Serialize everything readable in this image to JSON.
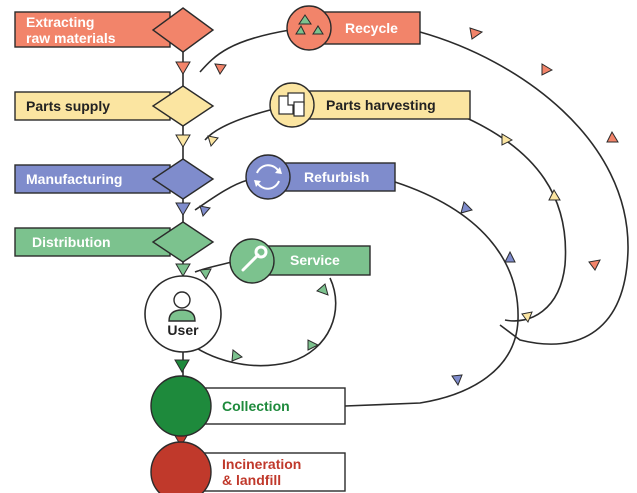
{
  "stages": {
    "extracting": {
      "line1": "Extracting",
      "line2": "raw materials",
      "color": "#f2846a"
    },
    "parts_supply": {
      "label": "Parts supply",
      "color": "#fbe5a1"
    },
    "manufacturing": {
      "label": "Manufacturing",
      "color": "#7f8ccc"
    },
    "distribution": {
      "label": "Distribution",
      "color": "#7cc28e"
    }
  },
  "user": {
    "label": "User",
    "icon": "user-icon"
  },
  "loops": {
    "recycle": {
      "label": "Recycle",
      "color": "#f2846a",
      "icon": "recycle-icon"
    },
    "parts_harvesting": {
      "label": "Parts harvesting",
      "color": "#fbe5a1",
      "icon": "devices-icon"
    },
    "refurbish": {
      "label": "Refurbish",
      "color": "#7f8ccc",
      "icon": "refresh-icon"
    },
    "service": {
      "label": "Service",
      "color": "#7cc28e",
      "icon": "wrench-icon"
    }
  },
  "end_stages": {
    "collection": {
      "label": "Collection",
      "color": "#1e8a3c"
    },
    "incineration": {
      "line1": "Incineration",
      "line2": "& landfill",
      "color": "#c0392b"
    }
  }
}
